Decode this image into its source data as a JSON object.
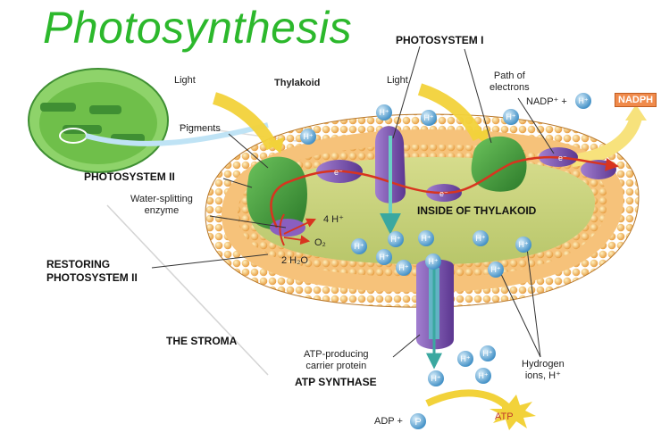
{
  "title": "Photosynthesis",
  "labels": {
    "photosystem_i": "PHOTOSYSTEM I",
    "light_left": "Light",
    "thylakoid": "Thylakoid",
    "light_right": "Light",
    "path_of_electrons": "Path of\nelectrons",
    "nadp_plus": "NADP⁺ +",
    "nadph": "NADPH",
    "pigments": "Pigments",
    "photosystem_ii": "PHOTOSYSTEM II",
    "water_splitting": "Water-splitting\nenzyme",
    "four_h": "4 H⁺",
    "o2": "O₂",
    "two_h2o": "2 H₂O",
    "inside_thylakoid": "INSIDE OF THYLAKOID",
    "restoring_ps2": "RESTORING\nPHOTOSYSTEM II",
    "the_stroma": "THE STROMA",
    "atp_producing": "ATP-producing\ncarrier protein",
    "atp_synthase": "ATP SYNTHASE",
    "hydrogen_ions": "Hydrogen\nions, H⁺",
    "adp_plus": "ADP +",
    "p": "P",
    "atp": "ATP",
    "h_plus": "H⁺",
    "e_minus": "e⁻"
  },
  "colors": {
    "title": "#2cb82c",
    "membrane": "#e8a24f",
    "interior": "#c7d27a",
    "photosystem": "#3f9a3a",
    "protein": "#7a4fa8",
    "ion": "#5da7d8",
    "electron_path": "#d8341f",
    "light_arrow": "#f2d23a"
  }
}
